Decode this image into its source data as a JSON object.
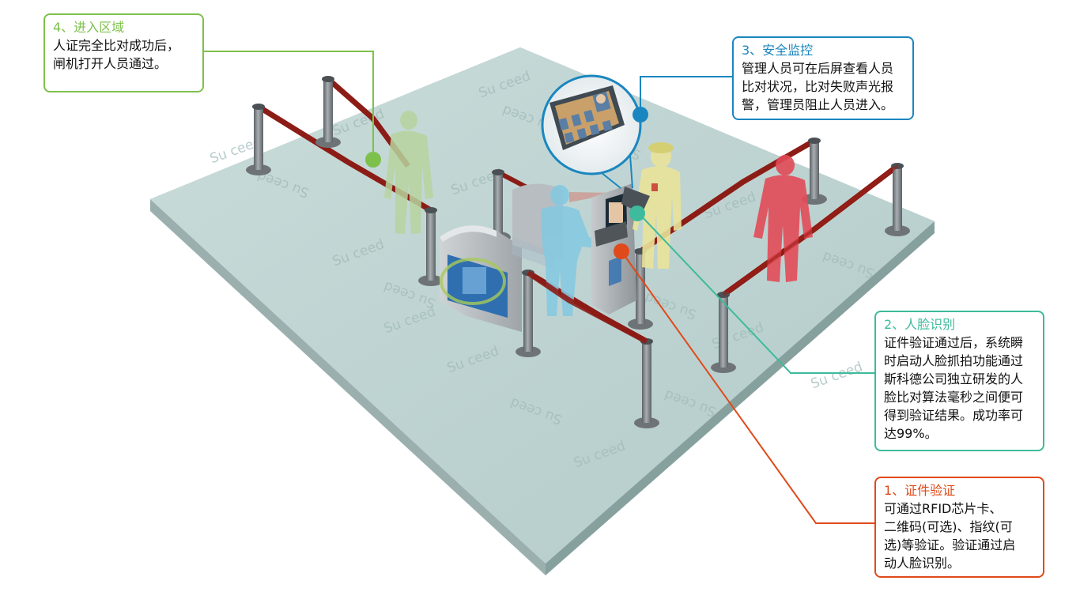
{
  "colors": {
    "step1": "#e04a1a",
    "step2": "#3dbb9c",
    "step3": "#1a86bf",
    "step4": "#7ec04c",
    "floor": "#bcd3d1",
    "rope": "#8c1c16",
    "post": "#7d8286",
    "figure_enter": "#b7d49e",
    "figure_pass": "#86c9e0",
    "figure_guard": "#e9e39a",
    "figure_alarm": "#e24b58",
    "watermark": "#9fbab8"
  },
  "watermark": "Su ceed",
  "callouts": [
    {
      "key": "callout-4",
      "title": "4、进入区域",
      "body": "人证完全比对成功后，\n闸机打开人员通过。",
      "color_key": "step4"
    },
    {
      "key": "callout-3",
      "title": "3、安全监控",
      "body": "管理人员可在后屏查看人员\n比对状况，比对失败声光报\n警，管理员阻止人员进入。",
      "color_key": "step3"
    },
    {
      "key": "callout-2",
      "title": "2、人脸识别",
      "body": "证件验证通过后，系统瞬\n时启动人脸抓拍功能通过\n斯科德公司独立研发的人\n脸比对算法毫秒之间便可\n得到验证结果。成功率可\n达99%。",
      "color_key": "step2"
    },
    {
      "key": "callout-1",
      "title": "1、证件验证",
      "body": "可通过RFID芯片卡、\n二维码(可选)、指纹(可\n选)等验证。验证通过启\n动人脸识别。",
      "color_key": "step1"
    }
  ]
}
